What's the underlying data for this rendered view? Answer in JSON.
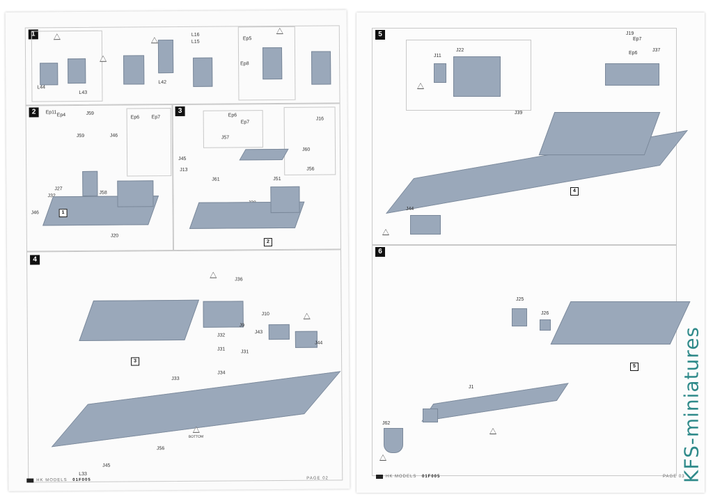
{
  "watermark": "KFS-miniatures",
  "left_page": {
    "footer_brand": "HK MODELS",
    "footer_code": "01F005",
    "footer_page": "PAGE 02",
    "steps": [
      {
        "num": "1",
        "labels": [
          "L44",
          "L43",
          "L42",
          "L16",
          "L15",
          "Ep5",
          "Ep8"
        ]
      },
      {
        "num": "2",
        "labels": [
          "Ep11",
          "Ep4",
          "J59",
          "J59",
          "J46",
          "Ep6",
          "Ep7",
          "J27",
          "J32",
          "J58",
          "J46",
          "J20"
        ]
      },
      {
        "num": "3",
        "labels": [
          "Ep6",
          "Ep7",
          "J57",
          "J16",
          "J45",
          "J13",
          "J61",
          "J60",
          "J56",
          "J38",
          "J51"
        ]
      },
      {
        "num": "4",
        "labels": [
          "J36",
          "J10",
          "J9",
          "J43",
          "J44",
          "J32",
          "J31",
          "J31",
          "J33",
          "J34",
          "J56",
          "J45",
          "L33"
        ]
      }
    ],
    "ref_boxes": [
      "1",
      "2",
      "3"
    ],
    "bottom_label": "BOTTOM"
  },
  "right_page": {
    "footer_brand": "HK MODELS",
    "footer_code": "01F005",
    "footer_page": "PAGE 03",
    "steps": [
      {
        "num": "5",
        "labels": [
          "J11",
          "J22",
          "J19",
          "Ep7",
          "Ep6",
          "J37",
          "J39",
          "J44"
        ]
      },
      {
        "num": "6",
        "labels": [
          "J25",
          "J26",
          "J1",
          "J62"
        ]
      }
    ],
    "ref_boxes": [
      "4",
      "5"
    ]
  }
}
